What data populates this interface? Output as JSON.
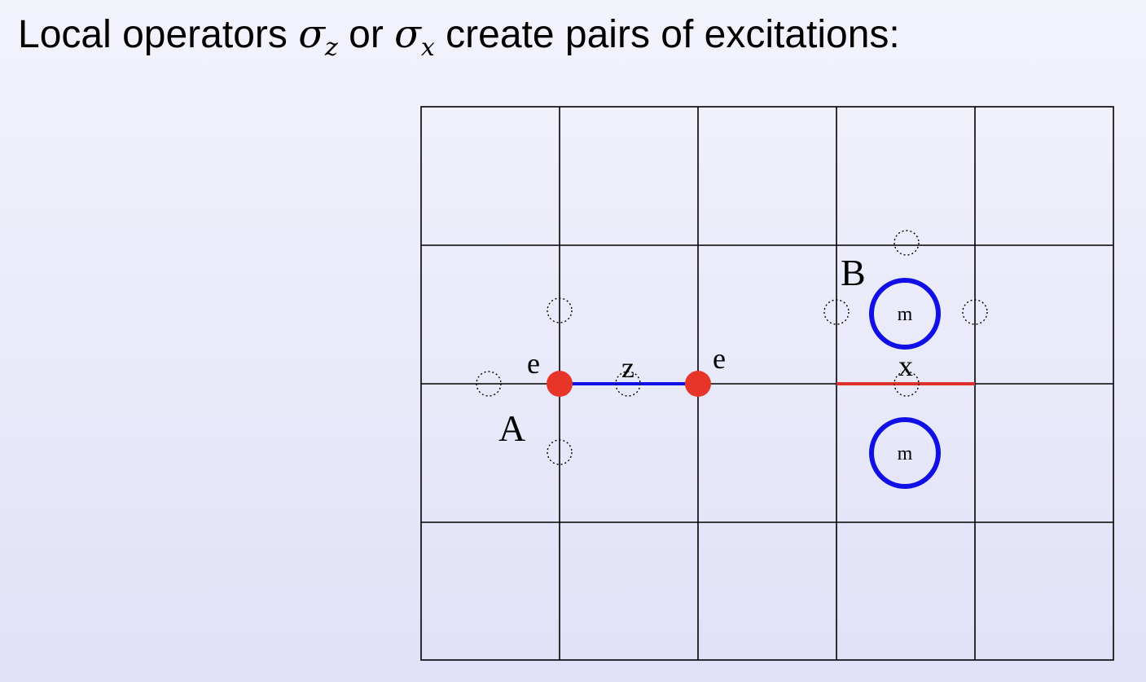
{
  "slide": {
    "title_prefix": "Local operators ",
    "op1_symbol": "σ",
    "op1_sub": "z",
    "title_mid": " or ",
    "op2_symbol": "σ",
    "op2_sub": "x",
    "title_suffix": " create pairs of excitations:"
  },
  "diagram": {
    "labels": {
      "site_a": "A",
      "site_b": "B",
      "electric_left": "e",
      "electric_right": "e",
      "z_link": "z",
      "x_link": "x",
      "magnetic_top": "m",
      "magnetic_bottom": "m"
    },
    "colors": {
      "grid": "#000000",
      "z_link": "#1010e6",
      "x_link": "#e0302a",
      "electric_charge": "#e8352a",
      "magnetic_flux": "#1010e6",
      "dotted_spin": "#000000"
    }
  }
}
